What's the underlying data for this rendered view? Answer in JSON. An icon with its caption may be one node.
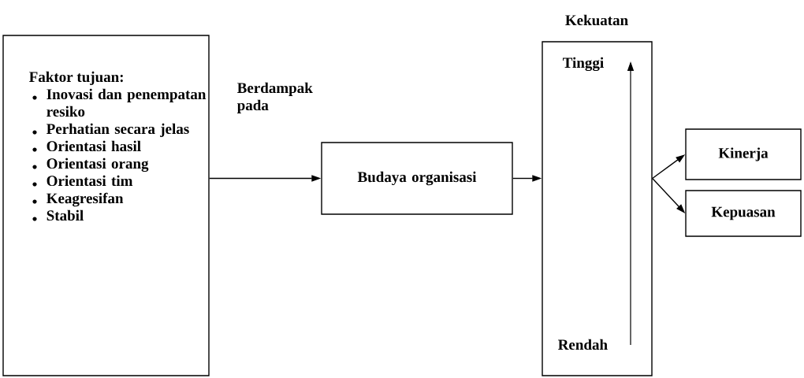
{
  "diagram": {
    "nodes": [
      {
        "text": [
          "Faktor tujuan:",
          "Inovasi dan penempatan resiko",
          "Perhatian secara jelas",
          "Orientasi hasil",
          "Orientasi orang",
          "Orientasi tim",
          "Keagresifan",
          "Stabil"
        ]
      },
      {
        "text": [
          "Budaya organisasi"
        ]
      },
      {
        "text": [
          "Kekuatan",
          "Tinggi",
          "Rendah"
        ]
      },
      {
        "text": [
          "Kinerja"
        ]
      },
      {
        "text": [
          "Kepuasan"
        ]
      }
    ],
    "edges": [
      {
        "from": 0,
        "to": 1,
        "arrow": "to",
        "label": "Berdampak pada"
      },
      {
        "from": 1,
        "to": 2,
        "arrow": "to"
      },
      {
        "from": 2,
        "to": 3,
        "arrow": "to"
      },
      {
        "from": 2,
        "to": 4,
        "arrow": "to"
      }
    ]
  }
}
